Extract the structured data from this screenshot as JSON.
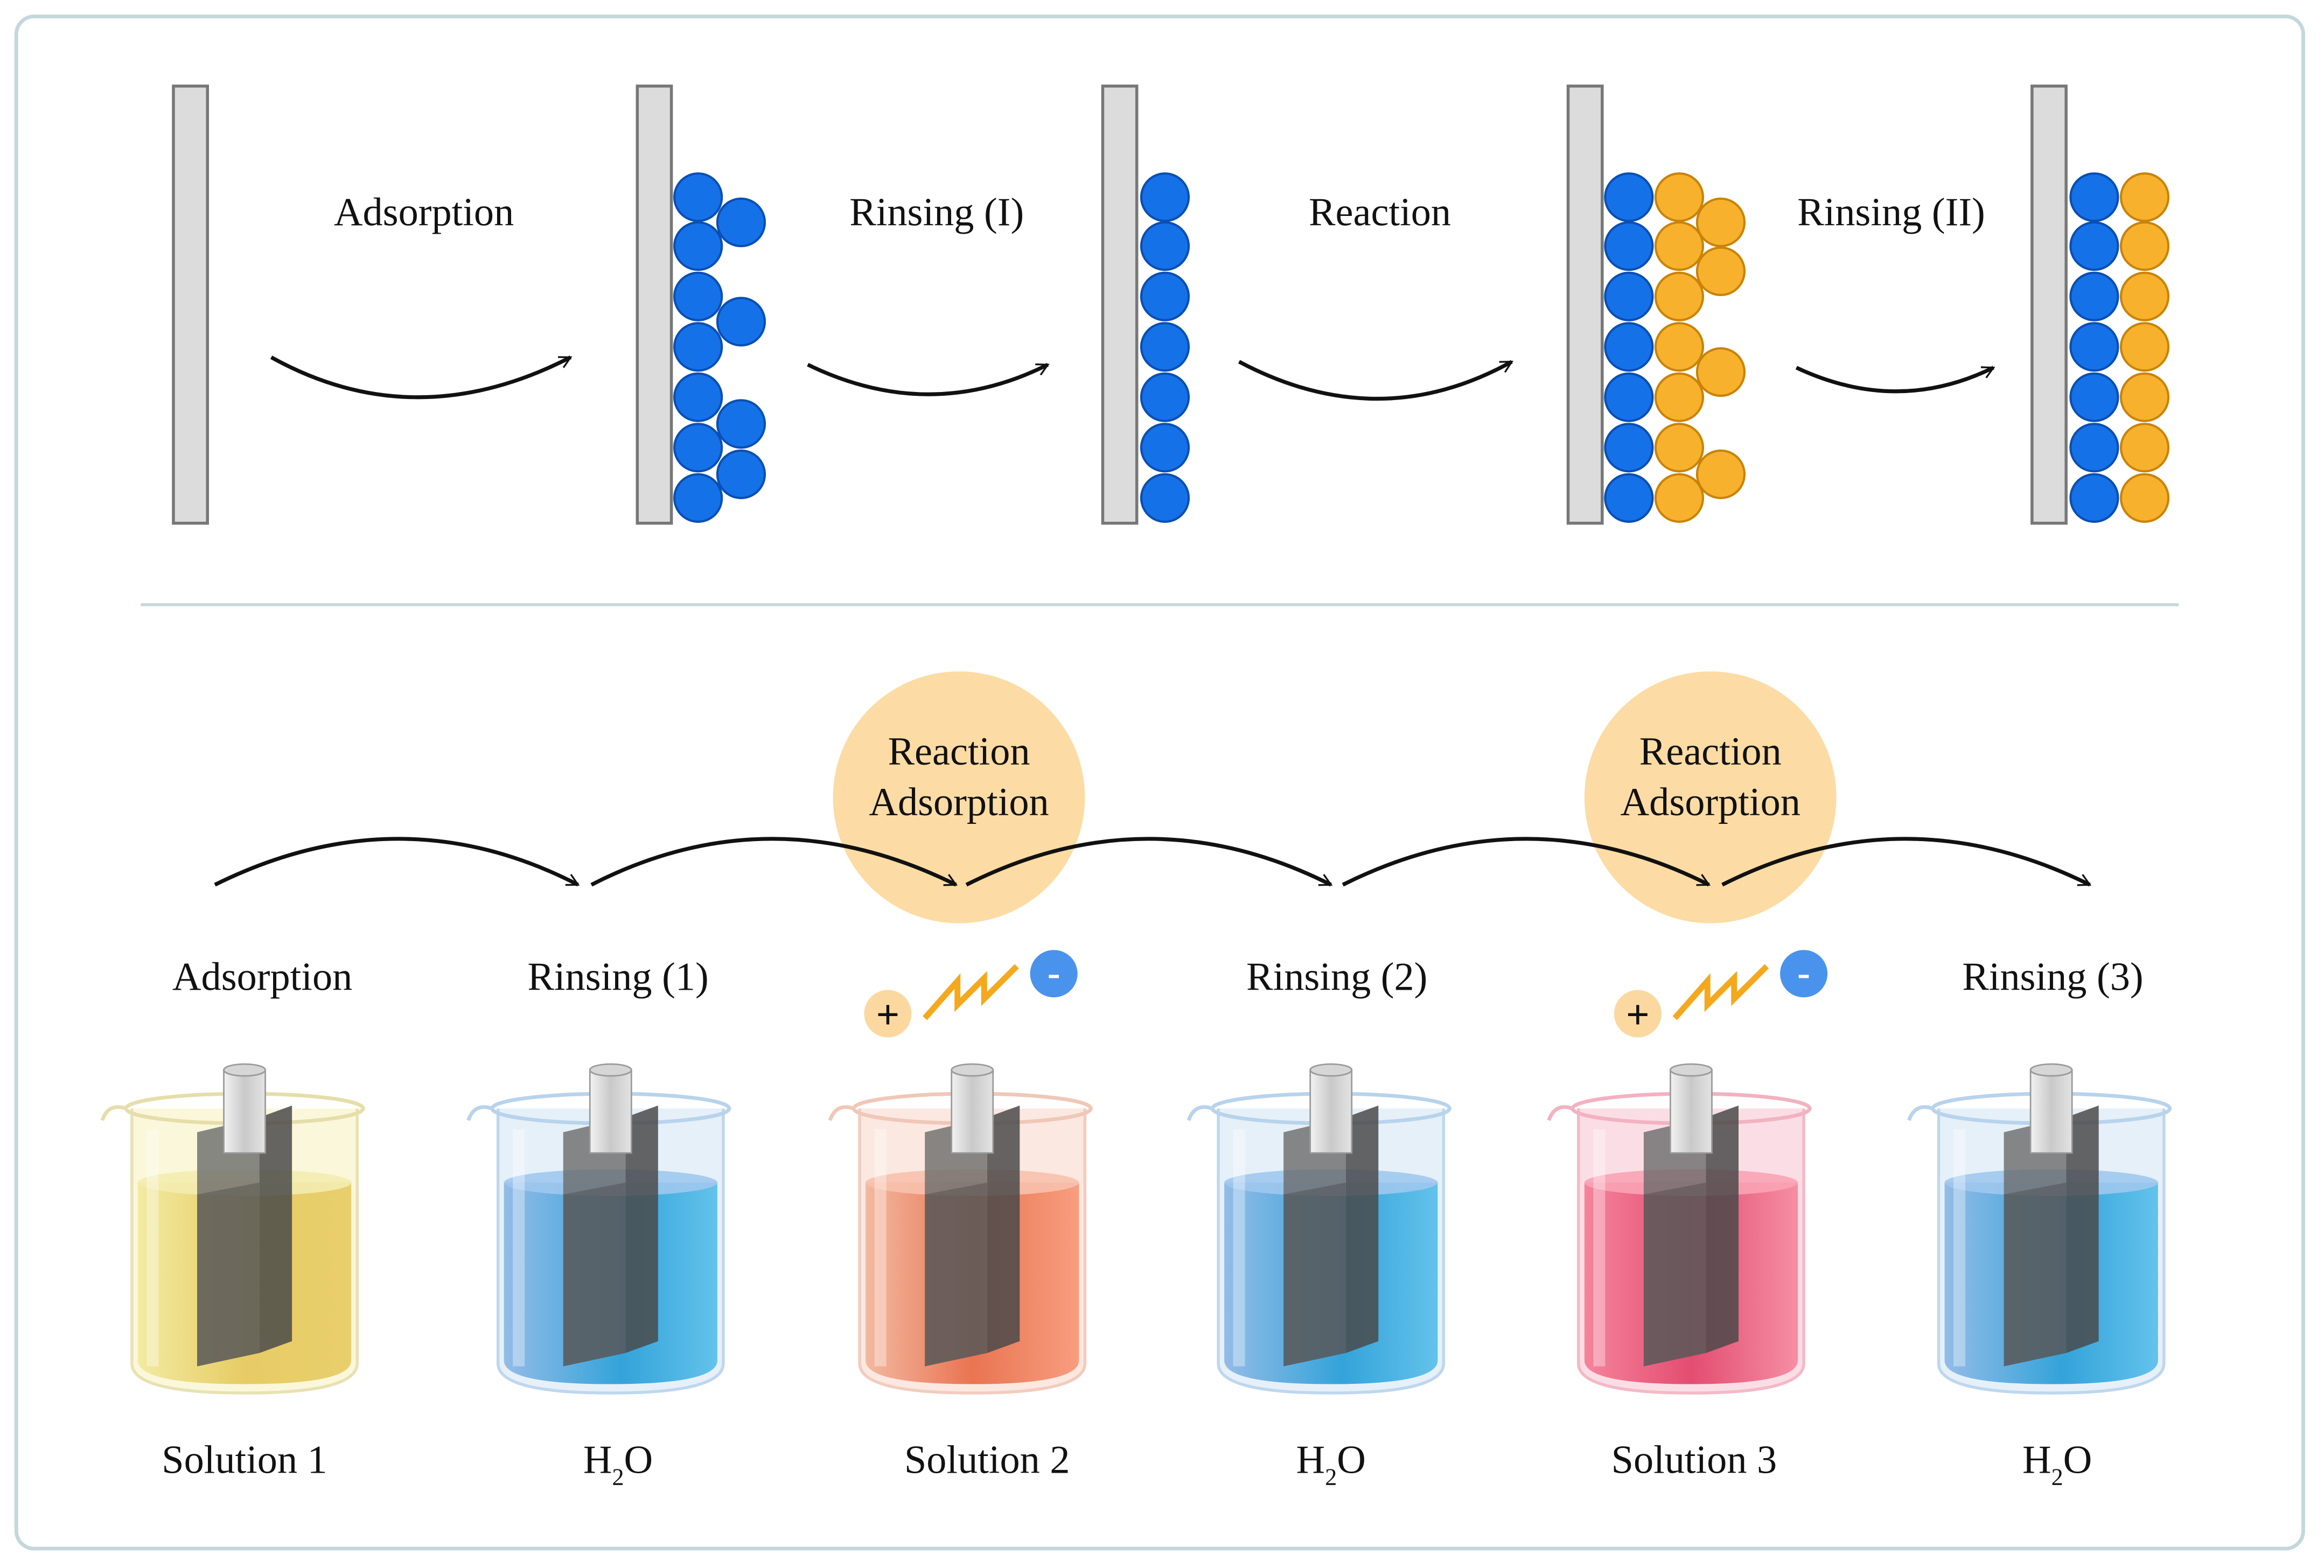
{
  "top_panel": {
    "steps": [
      "Adsorption",
      "Rinsing (I)",
      "Reaction",
      "Rinsing (II)"
    ]
  },
  "bottom_panel": {
    "steps": [
      "Adsorption",
      "Rinsing (1)",
      "Rinsing (2)",
      "Rinsing (3)"
    ],
    "bubbles": [
      {
        "line1": "Reaction",
        "line2": "Adsorption"
      },
      {
        "line1": "Reaction",
        "line2": "Adsorption"
      }
    ],
    "power_signs": {
      "plus": "+",
      "minus": "-"
    },
    "beakers": [
      {
        "base": "Solution 1",
        "sub": "",
        "tail": "",
        "liquid": "yellow"
      },
      {
        "base": "H",
        "sub": "2",
        "tail": "O",
        "liquid": "blue"
      },
      {
        "base": "Solution 2",
        "sub": "",
        "tail": "",
        "liquid": "orange"
      },
      {
        "base": "H",
        "sub": "2",
        "tail": "O",
        "liquid": "blue"
      },
      {
        "base": "Solution 3",
        "sub": "",
        "tail": "",
        "liquid": "pink"
      },
      {
        "base": "H",
        "sub": "2",
        "tail": "O",
        "liquid": "blue"
      }
    ]
  },
  "colors": {
    "frame_border": "#c5d7dc",
    "divider": "#c5d7dc",
    "substrate_fill": "#dcdcdc",
    "substrate_stroke": "#777777",
    "blue_particle": "#1571e8",
    "orange_particle": "#f8b12c",
    "bubble": "#fcdca4",
    "bolt": "#f5a81c",
    "minus_circle": "#4a93ec",
    "plus_circle": "#fbd8a0"
  }
}
